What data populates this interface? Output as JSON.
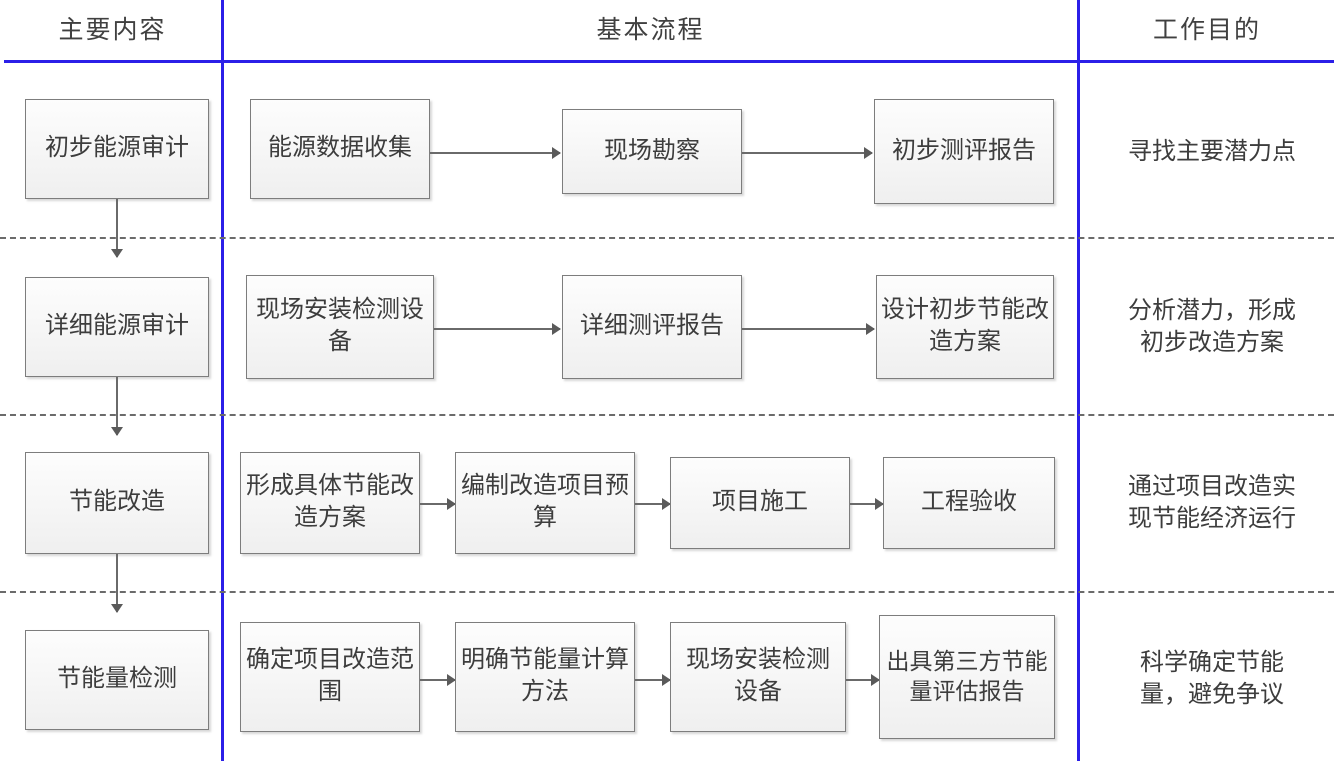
{
  "columns": {
    "main_content": "主要内容",
    "basic_process": "基本流程",
    "work_purpose": "工作目的"
  },
  "rows": [
    {
      "stage": "初步能源审计",
      "steps": [
        "能源数据收集",
        "现场勘察",
        "初步测评报告"
      ],
      "purpose": "寻找主要潜力点"
    },
    {
      "stage": "详细能源审计",
      "steps": [
        "现场安装检测设备",
        "详细测评报告",
        "设计初步节能改造方案"
      ],
      "purpose": "分析潜力，形成\n初步改造方案"
    },
    {
      "stage": "节能改造",
      "steps": [
        "形成具体节能改造方案",
        "编制改造项目预算",
        "项目施工",
        "工程验收"
      ],
      "purpose": "通过项目改造实\n现节能经济运行"
    },
    {
      "stage": "节能量检测",
      "steps": [
        "确定项目改造范围",
        "明确节能量计算方法",
        "现场安装检测设备",
        "出具第三方节能量评估报告"
      ],
      "purpose": "科学确定节能\n量，避免争议"
    }
  ],
  "colors": {
    "divider_blue": "#2b1fe8",
    "box_border": "#7d7d7d",
    "box_fill": "#f7f7f7",
    "connector": "#6a6a6a",
    "dashed_separator": "#6b6b6b",
    "text": "#3d3d3d"
  }
}
